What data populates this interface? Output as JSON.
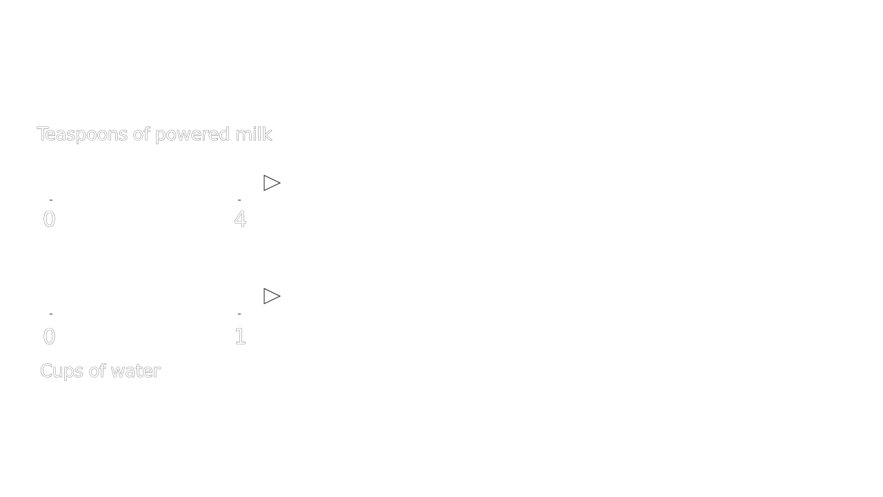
{
  "diagram": {
    "type": "double-number-line",
    "top_line": {
      "label": "Teaspoons of powered milk",
      "ticks": [
        "0",
        "4"
      ]
    },
    "bottom_line": {
      "label": "Cups of water",
      "ticks": [
        "0",
        "1"
      ]
    },
    "arrow_icon": "triangle-right-arrow-icon",
    "colors": {
      "background": "#ffffff",
      "fill": "#ffffff",
      "outline": "#1a1a1a"
    }
  }
}
